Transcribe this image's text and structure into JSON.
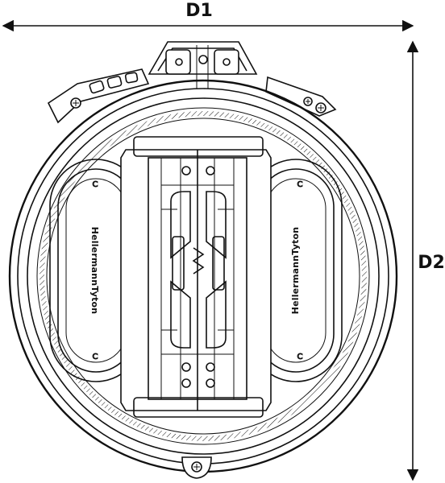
{
  "dimensions": {
    "width_label": "D1",
    "height_label": "D2"
  },
  "trays": {
    "left_brand": "HellermannTyton",
    "right_brand": "HellermannTyton"
  }
}
